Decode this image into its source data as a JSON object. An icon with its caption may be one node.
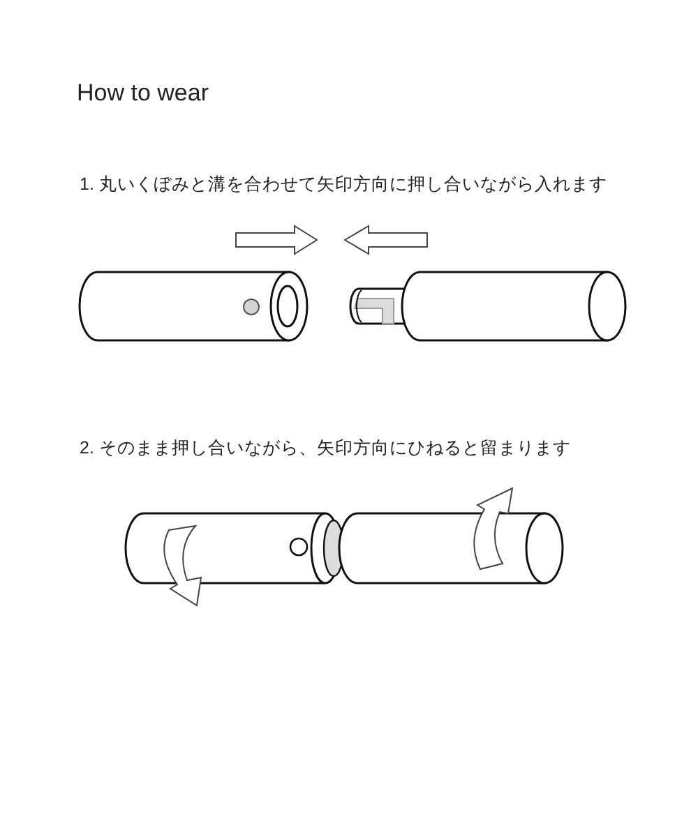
{
  "diagram": {
    "title": "How to wear",
    "labels": [
      "1. 丸いくぼみと溝を合わせて矢印方向に押し合いながら入れます",
      "2. そのまま押し合いながら、矢印方向にひねると留まります"
    ]
  }
}
